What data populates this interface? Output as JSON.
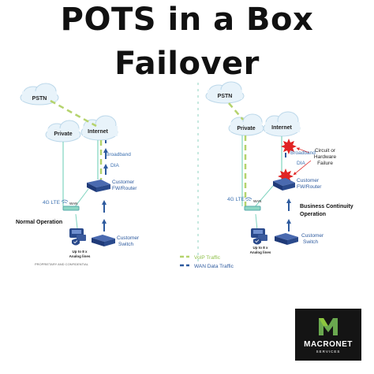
{
  "title": {
    "line1": "POTS in a Box",
    "line2": "Failover"
  },
  "left": {
    "pstn": "PSTN",
    "private": "Private",
    "internet": "Internet",
    "broadband": "Broadband",
    "dia": "DIA",
    "router_line1": "Customer",
    "router_line2": "FW/Router",
    "lte": "4G LTE",
    "wan": "WAN",
    "mode": "Normal Operation",
    "lines_line1": "Up to 8 x",
    "lines_line2": "Analog lines",
    "switch_line1": "Customer",
    "switch_line2": "Switch",
    "footer": "PROPRIETARY AND CONFIDENTIAL"
  },
  "right": {
    "pstn": "PSTN",
    "private": "Private",
    "internet": "Internet",
    "broadband": "Broadband",
    "dia": "DIA",
    "failure_line1": "Circuit or",
    "failure_line2": "Hardware",
    "failure_line3": "Failure",
    "router_line1": "Customer",
    "router_line2": "FW/Router",
    "lte": "4G LTE",
    "wan": "WAN",
    "mode_line1": "Business Continuity",
    "mode_line2": "Operation",
    "lines_line1": "Up to 8 x",
    "lines_line2": "Analog lines",
    "switch_line1": "Customer",
    "switch_line2": "Switch"
  },
  "legend": {
    "voip": "VoIP Traffic",
    "wan": "WAN Data Traffic"
  },
  "logo": {
    "letter": "M",
    "name": "MACRONET",
    "sub": "SERVICES"
  },
  "colors": {
    "cloud_fill": "#e8f3fa",
    "cloud_stroke": "#bcd8ea",
    "voip": "#b5d36d",
    "wan_traffic": "#2d5a9e",
    "teal_line": "#7fd4bf",
    "device_blue": "#2a4a8c",
    "failure_red": "#e02424",
    "logo_green": "#6aa84f"
  }
}
